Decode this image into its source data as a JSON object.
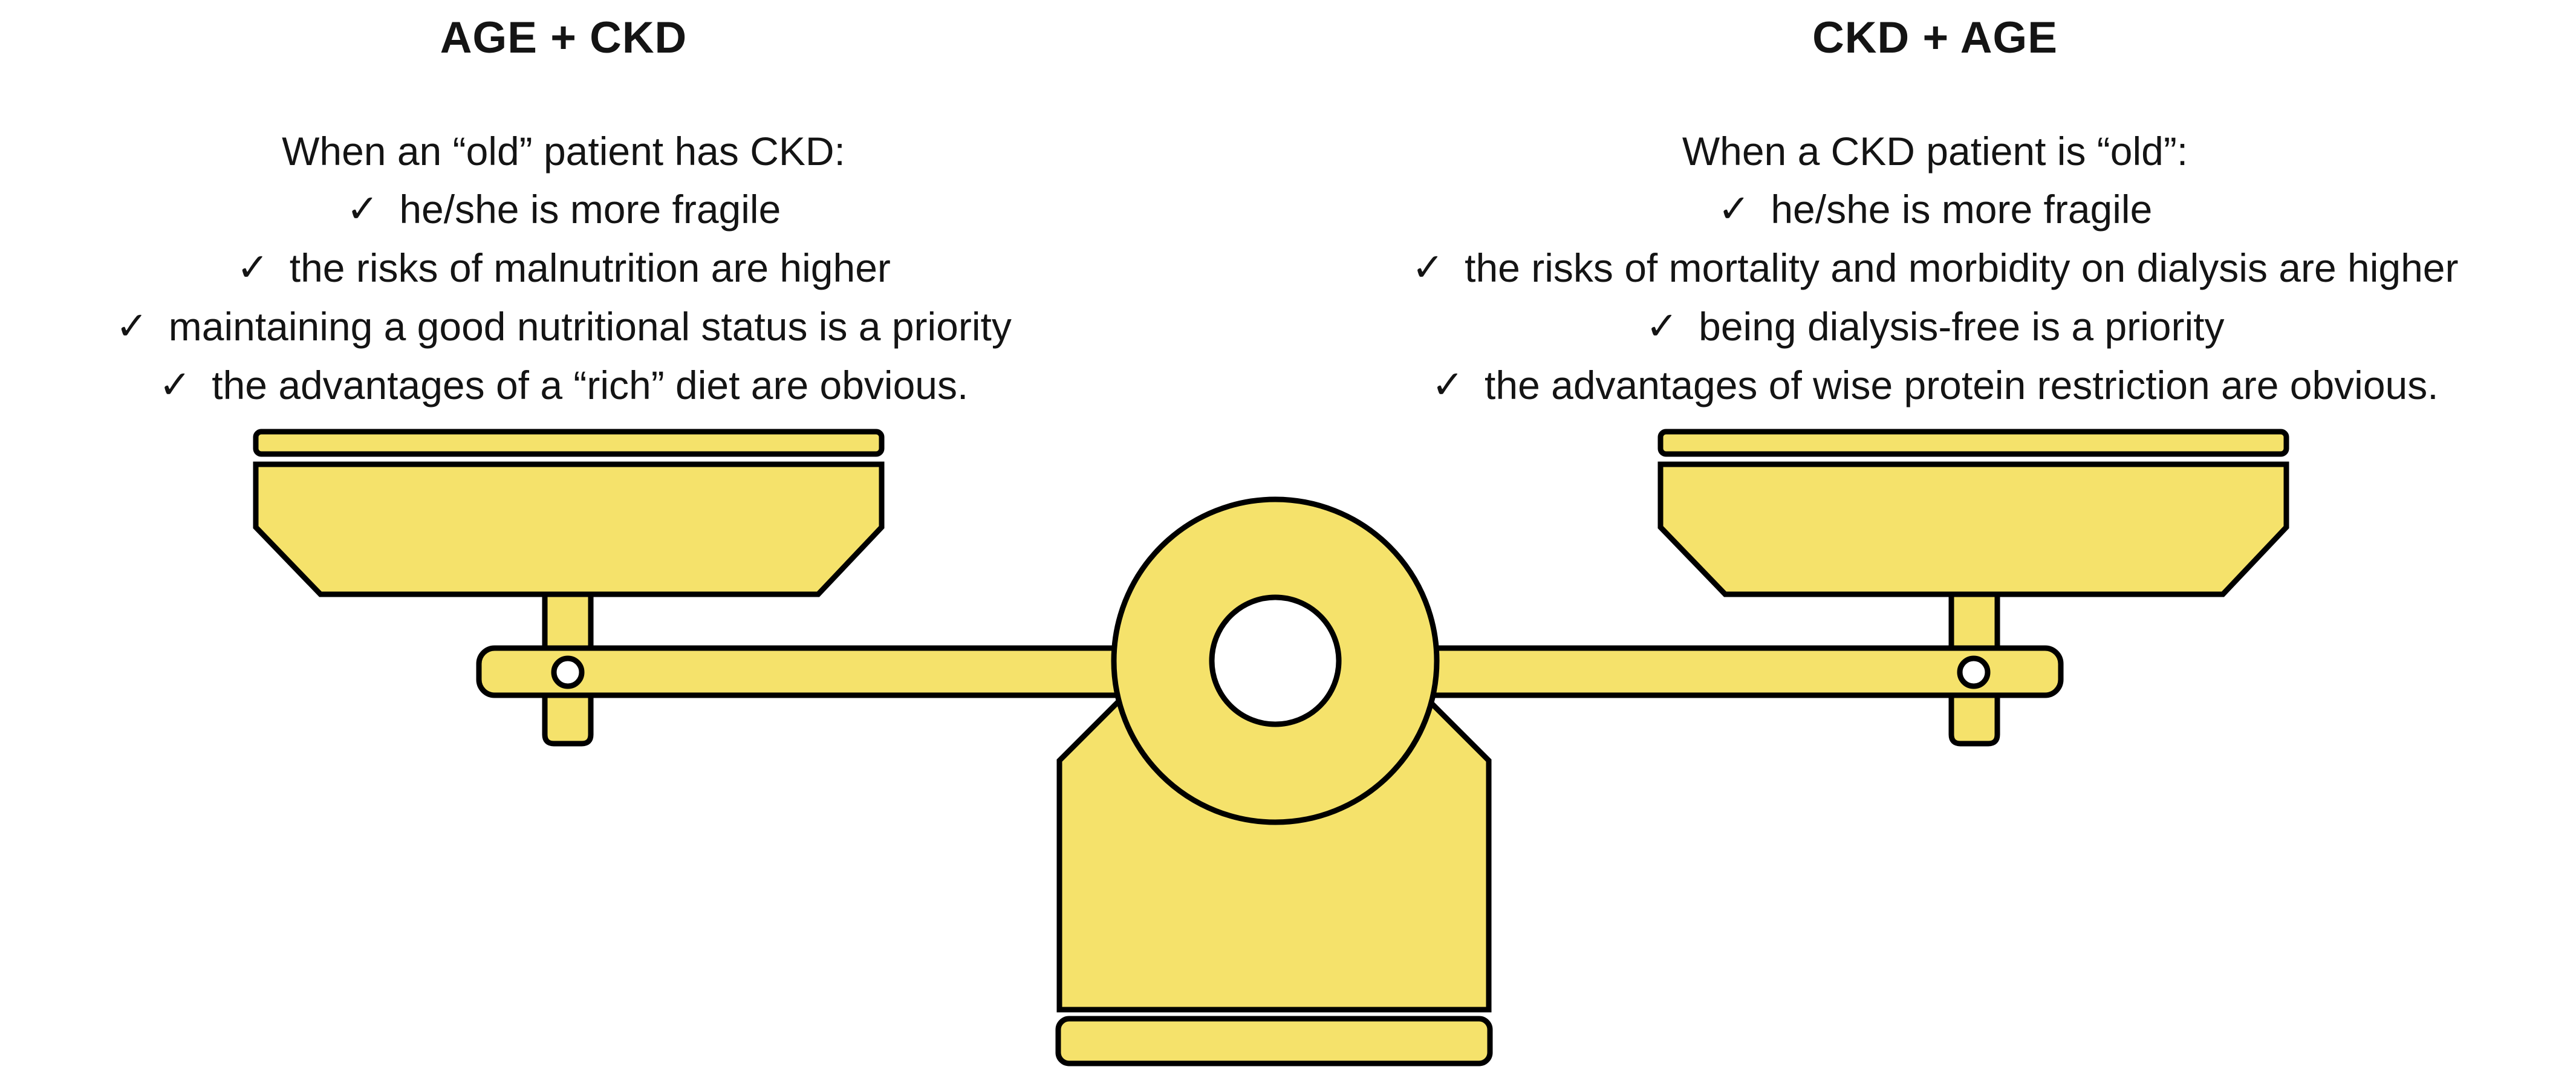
{
  "left_panel": {
    "title": "AGE + CKD",
    "intro": "When an “old” patient has CKD:",
    "bullets": [
      "he/she is more fragile",
      "the risks of malnutrition are higher",
      "maintaining a good nutritional status is a priority",
      "the advantages of a “rich” diet are obvious."
    ]
  },
  "right_panel": {
    "title": "CKD + AGE",
    "intro": "When a CKD patient is “old”:",
    "bullets": [
      "he/she is more fragile",
      "the risks of mortality and morbidity on dialysis are higher",
      "being dialysis-free is a priority",
      "the advantages of wise protein restriction are obvious."
    ]
  },
  "list": {
    "check_glyph": "✓"
  },
  "scale_graphic": {
    "fill_color": "#F5E26B",
    "stroke_color": "#000000"
  }
}
